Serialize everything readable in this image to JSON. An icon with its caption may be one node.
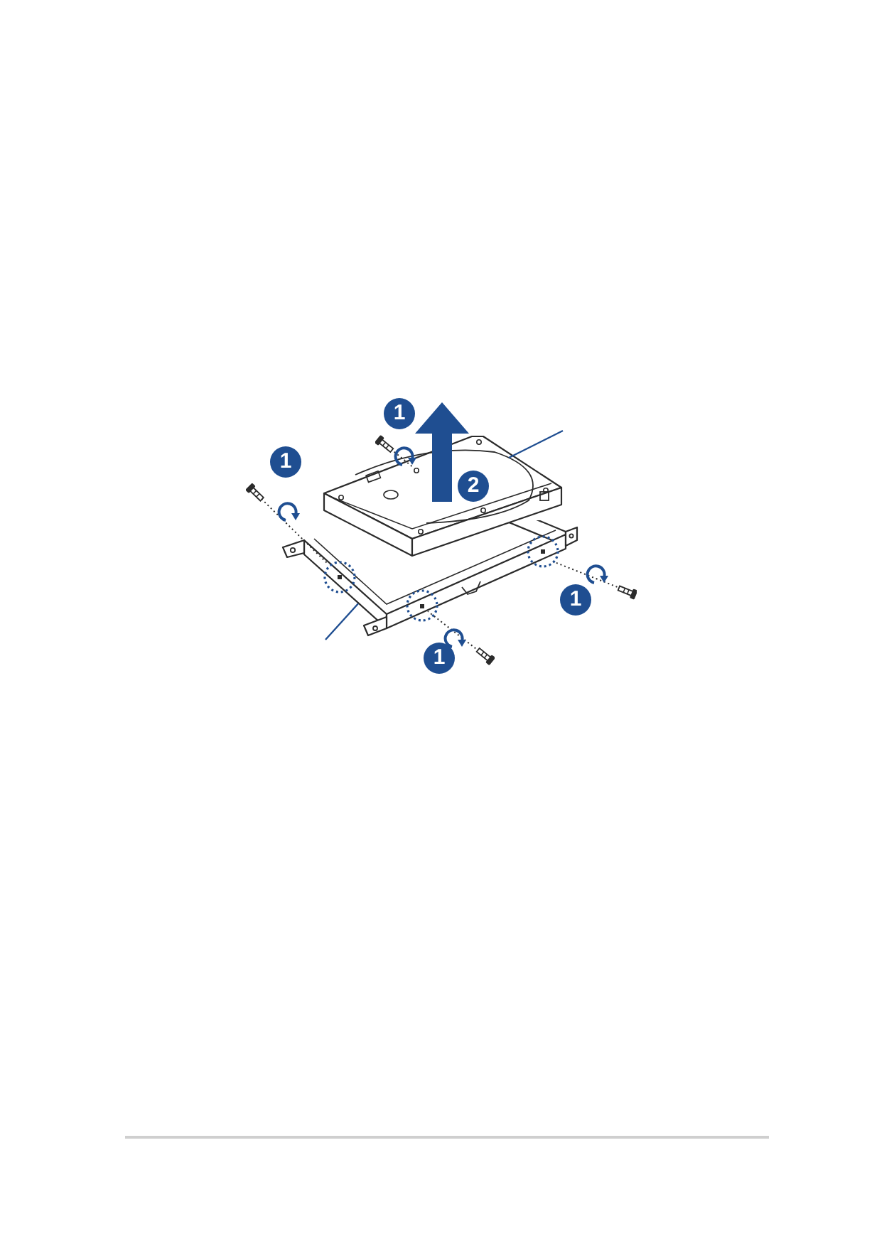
{
  "diagram": {
    "nodes": [
      {
        "text": [],
        "shape": "picture"
      },
      {
        "text": [],
        "shape": "picture"
      }
    ],
    "edges": [
      {
        "from": null,
        "to": 0,
        "arrow": "none"
      },
      {
        "from": null,
        "to": 1,
        "arrow": "none"
      }
    ],
    "labels": [
      "1",
      "1",
      "2",
      "1",
      "1"
    ]
  }
}
